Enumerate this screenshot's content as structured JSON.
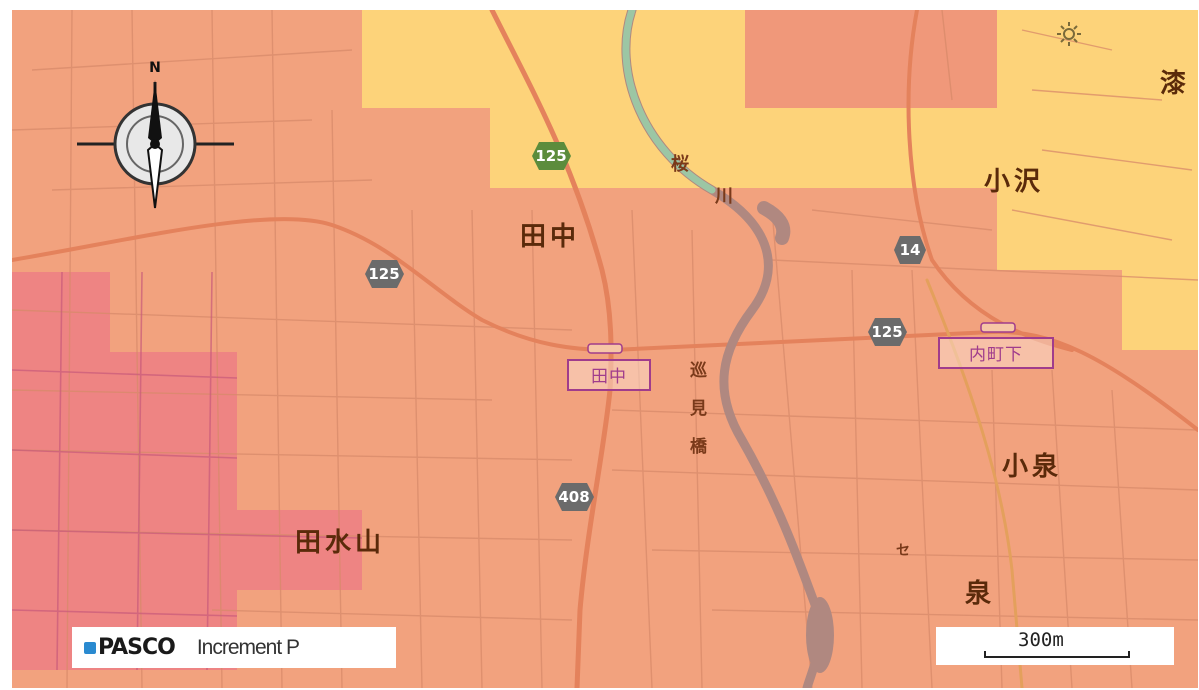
{
  "places": {
    "tanaka": "田中",
    "tamizuyama": "田水山",
    "ozawa": "小沢",
    "koizumi": "小泉",
    "urushi": "漆",
    "sakura": "桜",
    "kawa": "川",
    "jun": "巡",
    "ken": "見",
    "hashi": "橋",
    "se": "セ",
    "izumi": "泉"
  },
  "stations": {
    "tanaka": "田中",
    "uchimachishita": "内町下"
  },
  "routes": {
    "r125_top": "125",
    "r125_left": "125",
    "r125_right": "125",
    "r14": "14",
    "r408": "408"
  },
  "compass": {
    "north_label": "N"
  },
  "credit": {
    "pasco": "PASCO",
    "increment": "Increment P"
  },
  "scale": {
    "label": "300m"
  },
  "colors": {
    "zone_orange": "#f2a27e",
    "zone_yellow": "#fdd37a",
    "zone_pink": "#ee8483",
    "river": "#b08880",
    "shield": "#6b6b6b",
    "shield_green": "#5c8c3c",
    "station": "#a03c8c"
  }
}
